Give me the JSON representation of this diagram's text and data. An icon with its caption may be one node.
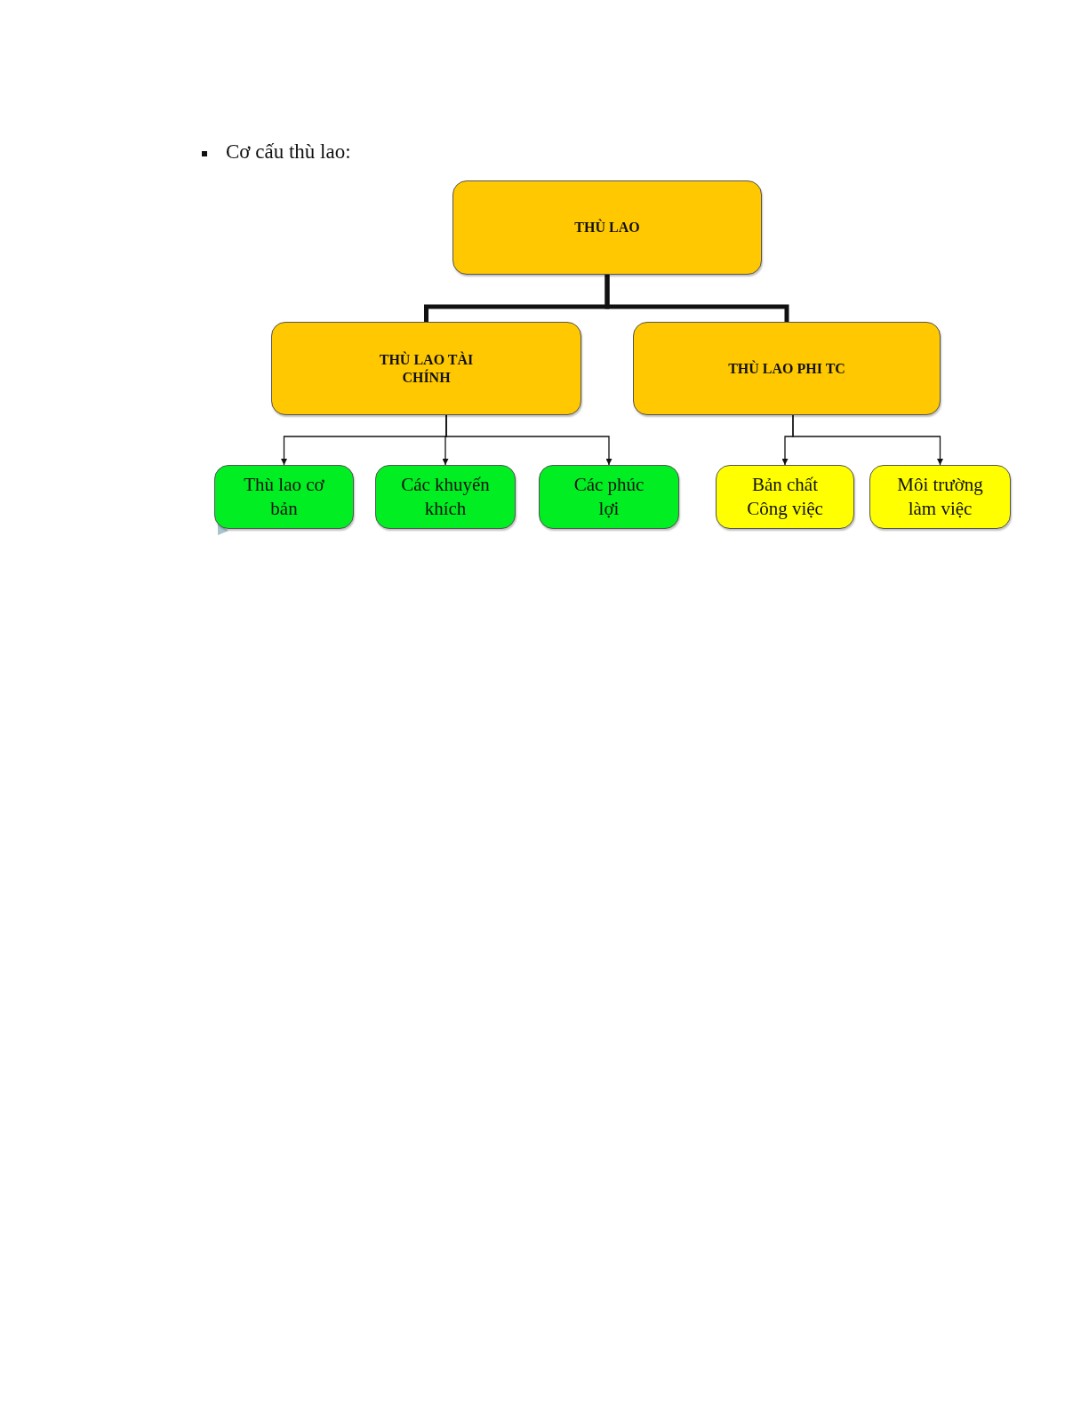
{
  "diagram": {
    "title": "Cơ cấu thù lao:",
    "nodes": [
      {
        "text": [
          "THÙ LAO"
        ]
      },
      {
        "text": [
          "THÙ LAO TÀI CHÍNH"
        ]
      },
      {
        "text": [
          "THÙ LAO PHI TC"
        ]
      },
      {
        "text": [
          "Thù lao cơ bản"
        ]
      },
      {
        "text": [
          "Các khuyến khích"
        ]
      },
      {
        "text": [
          "Các phúc lợi"
        ]
      },
      {
        "text": [
          "Bản chất Công việc"
        ]
      },
      {
        "text": [
          "Môi trường làm việc"
        ]
      }
    ],
    "edges": [
      {
        "from": 0,
        "to": 1,
        "arrow": "none",
        "style": "thick"
      },
      {
        "from": 0,
        "to": 2,
        "arrow": "none",
        "style": "thick"
      },
      {
        "from": 1,
        "to": 3,
        "arrow": "to"
      },
      {
        "from": 1,
        "to": 4,
        "arrow": "to"
      },
      {
        "from": 1,
        "to": 5,
        "arrow": "to"
      },
      {
        "from": 2,
        "to": 6,
        "arrow": "to"
      },
      {
        "from": 2,
        "to": 7,
        "arrow": "to"
      }
    ]
  }
}
